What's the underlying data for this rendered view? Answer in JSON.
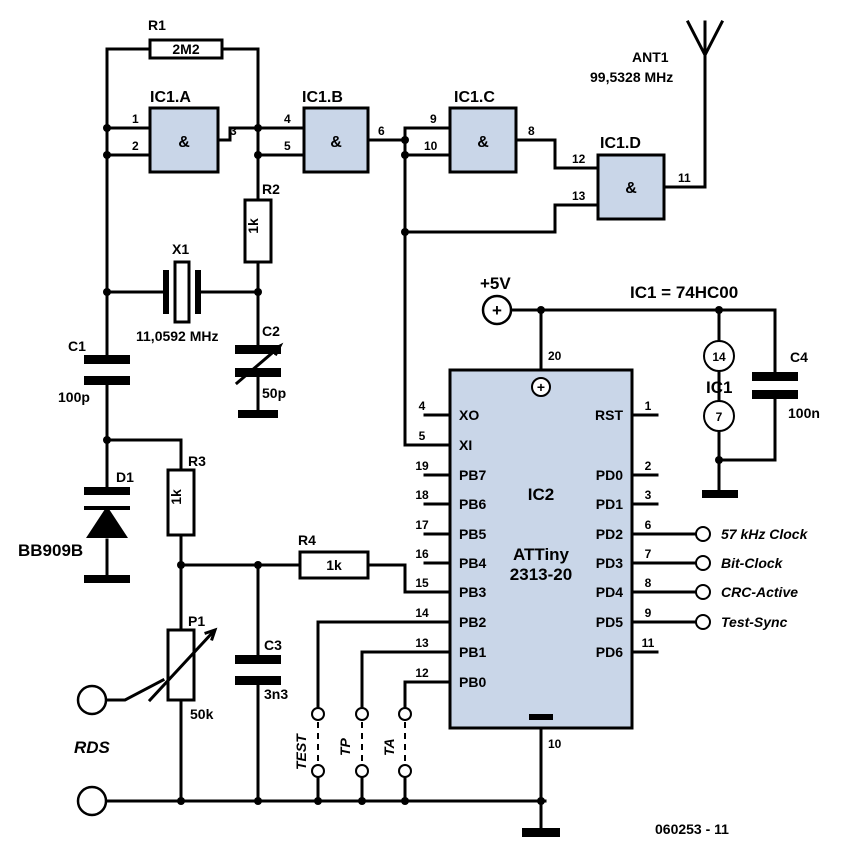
{
  "gates": {
    "a": {
      "name": "IC1.A",
      "sym": "&",
      "in1": "1",
      "in2": "2",
      "out": "3"
    },
    "b": {
      "name": "IC1.B",
      "sym": "&",
      "in1": "4",
      "in2": "5",
      "out": "6"
    },
    "c": {
      "name": "IC1.C",
      "sym": "&",
      "in1": "9",
      "in2": "10",
      "out": "8"
    },
    "d": {
      "name": "IC1.D",
      "sym": "&",
      "in1": "12",
      "in2": "13",
      "out": "11"
    }
  },
  "parts": {
    "r1": {
      "ref": "R1",
      "value": "2M2"
    },
    "r2": {
      "ref": "R2",
      "value": "1k"
    },
    "r3": {
      "ref": "R3",
      "value": "1k"
    },
    "r4": {
      "ref": "R4",
      "value": "1k"
    },
    "x1": {
      "ref": "X1",
      "value": "11,0592 MHz"
    },
    "c1": {
      "ref": "C1",
      "value": "100p"
    },
    "c2": {
      "ref": "C2",
      "value": "50p"
    },
    "c3": {
      "ref": "C3",
      "value": "3n3"
    },
    "c4": {
      "ref": "C4",
      "value": "100n"
    },
    "d1": {
      "ref": "D1",
      "value": "BB909B"
    },
    "p1": {
      "ref": "P1",
      "value": "50k"
    },
    "ant": {
      "ref": "ANT1",
      "value": "99,5328 MHz"
    }
  },
  "power": {
    "vcc": "+5V",
    "vcc_sym": "+",
    "ic1_note": "IC1 = 74HC00",
    "ic1_label": "IC1",
    "pin14": "14",
    "pin7": "7"
  },
  "ic2": {
    "name": "IC2",
    "part1": "ATTiny",
    "part2": "2313-20",
    "vcc_pin": "20",
    "gnd_pin": "10",
    "plus": "+",
    "left": [
      {
        "pin": "4",
        "name": "XO"
      },
      {
        "pin": "5",
        "name": "XI"
      },
      {
        "pin": "19",
        "name": "PB7"
      },
      {
        "pin": "18",
        "name": "PB6"
      },
      {
        "pin": "17",
        "name": "PB5"
      },
      {
        "pin": "16",
        "name": "PB4"
      },
      {
        "pin": "15",
        "name": "PB3"
      },
      {
        "pin": "14",
        "name": "PB2"
      },
      {
        "pin": "13",
        "name": "PB1"
      },
      {
        "pin": "12",
        "name": "PB0"
      }
    ],
    "right": [
      {
        "pin": "1",
        "name": "RST"
      },
      {
        "pin": "2",
        "name": "PD0"
      },
      {
        "pin": "3",
        "name": "PD1"
      },
      {
        "pin": "6",
        "name": "PD2"
      },
      {
        "pin": "7",
        "name": "PD3"
      },
      {
        "pin": "8",
        "name": "PD4"
      },
      {
        "pin": "9",
        "name": "PD5"
      },
      {
        "pin": "11",
        "name": "PD6"
      }
    ]
  },
  "outputs": [
    "57 kHz Clock",
    "Bit-Clock",
    "CRC-Active",
    "Test-Sync"
  ],
  "jumpers": [
    "TEST",
    "TP",
    "TA"
  ],
  "rds_label": "RDS",
  "figure_id": "060253 - 11"
}
